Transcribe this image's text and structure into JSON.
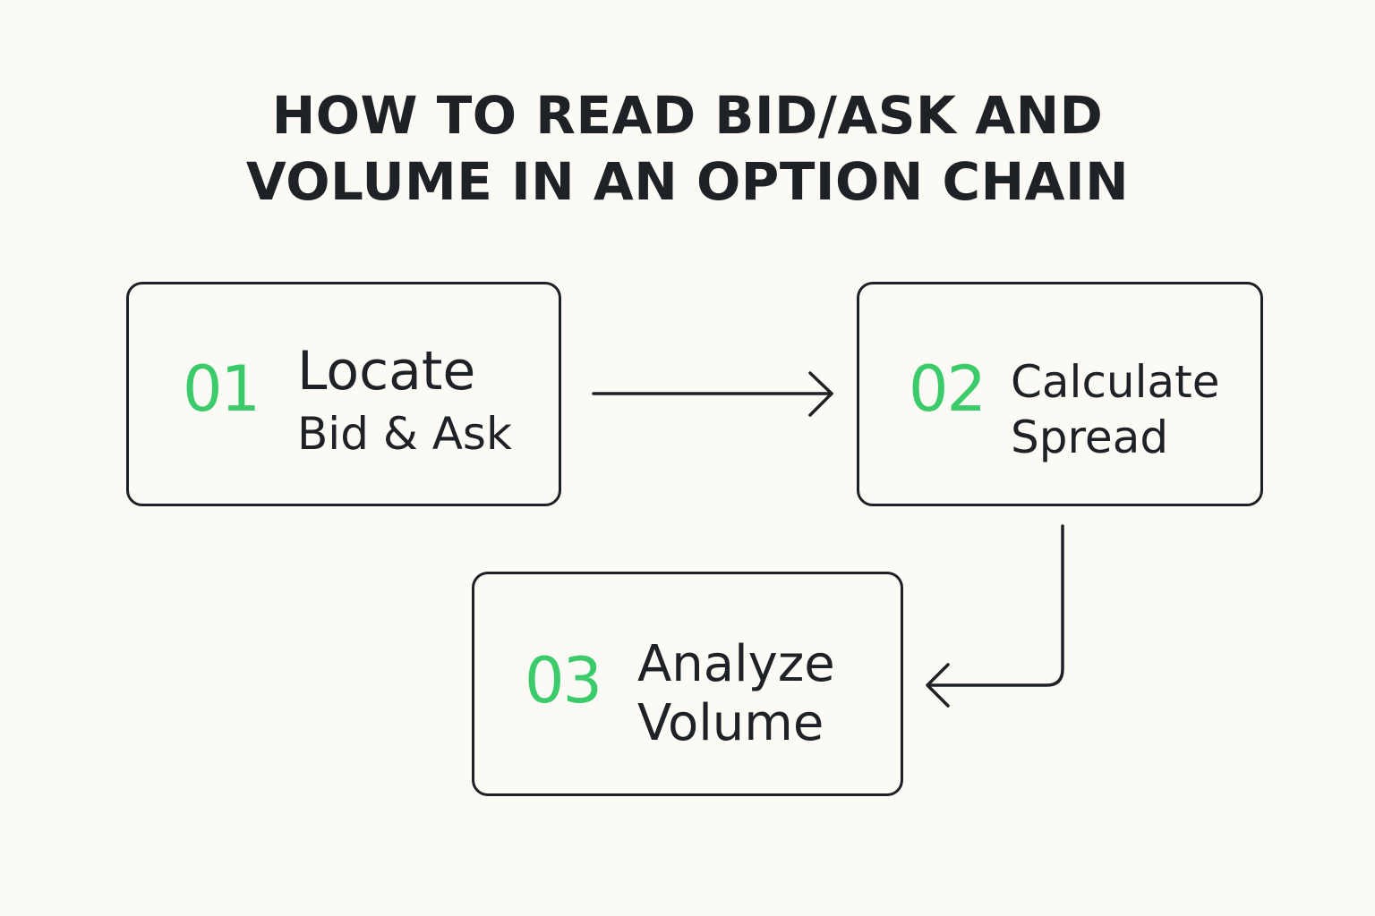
{
  "title": {
    "line1": "HOW TO READ BID/ASK AND",
    "line2": "VOLUME IN AN OPTION CHAIN"
  },
  "steps": [
    {
      "number": "01",
      "line1": "Locate",
      "line2": "Bid & Ask"
    },
    {
      "number": "02",
      "line1": "Calculate",
      "line2": "Spread"
    },
    {
      "number": "03",
      "line1": "Analyze",
      "line2": "Volume"
    }
  ],
  "colors": {
    "background": "#fbfaf5",
    "text": "#1e2226",
    "accent": "#3ccb6a"
  }
}
